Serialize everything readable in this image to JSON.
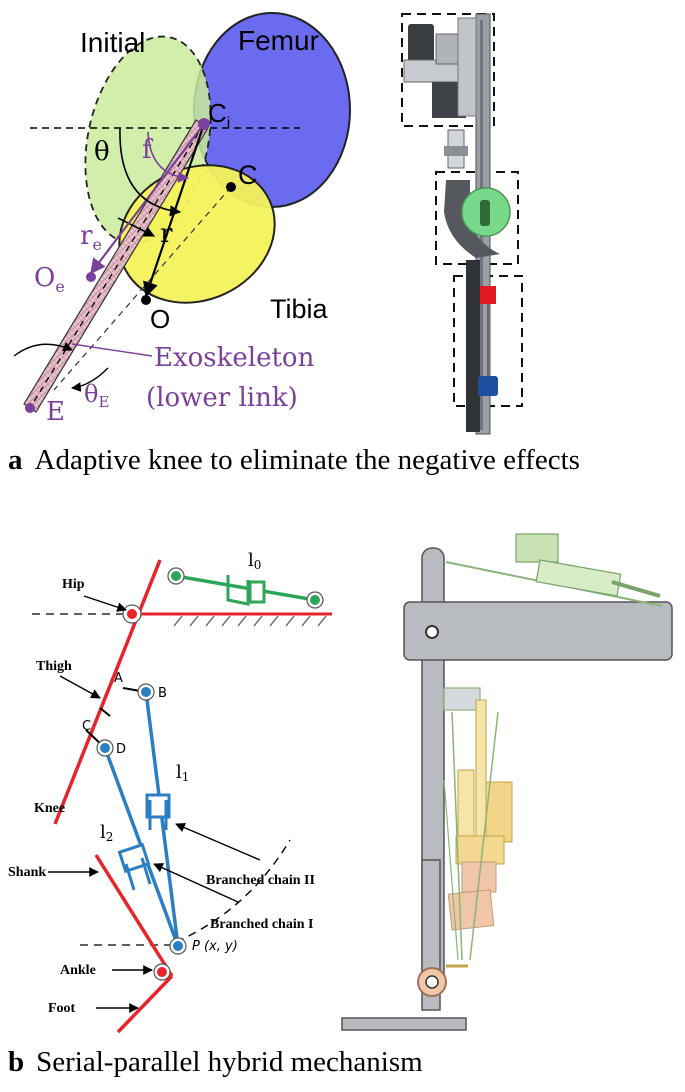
{
  "panel_a": {
    "labels": {
      "initial": "Initial",
      "femur": "Femur",
      "tibia": "Tibia",
      "ci": "C",
      "ci_sub": "i",
      "c": "C",
      "theta": "θ",
      "f": "f",
      "re": "r",
      "re_sub": "e",
      "r": "r",
      "oe": "O",
      "oe_sub": "e",
      "o": "O",
      "exo1": "Exoskeleton",
      "exo2": "(lower link)",
      "thetaE": "θ",
      "thetaE_sub": "E",
      "e": "E"
    },
    "caption_letter": "a",
    "caption": "Adaptive knee to eliminate the negative effects"
  },
  "panel_b": {
    "labels": {
      "hip": "Hip",
      "thigh": "Thigh",
      "knee": "Knee",
      "shank": "Shank",
      "ankle": "Ankle",
      "foot": "Foot",
      "a": "A",
      "b": "B",
      "c": "C",
      "d": "D",
      "l0": "l",
      "l0_sub": "0",
      "l1": "l",
      "l1_sub": "1",
      "l2": "l",
      "l2_sub": "2",
      "chain2": "Branched chain II",
      "chain1": "Branched chain I",
      "p": "P (x, y)"
    },
    "caption_letter": "b",
    "caption": "Serial-parallel hybrid mechanism"
  },
  "colors": {
    "femur": "#6b6bf0",
    "tibia": "#f4f25a",
    "initial": "#c9ec9b",
    "exo": "#e3b9c3",
    "purple": "#7b3f9c",
    "red": "#e8232a",
    "blue": "#2a7fc4",
    "green": "#2ea65a"
  }
}
